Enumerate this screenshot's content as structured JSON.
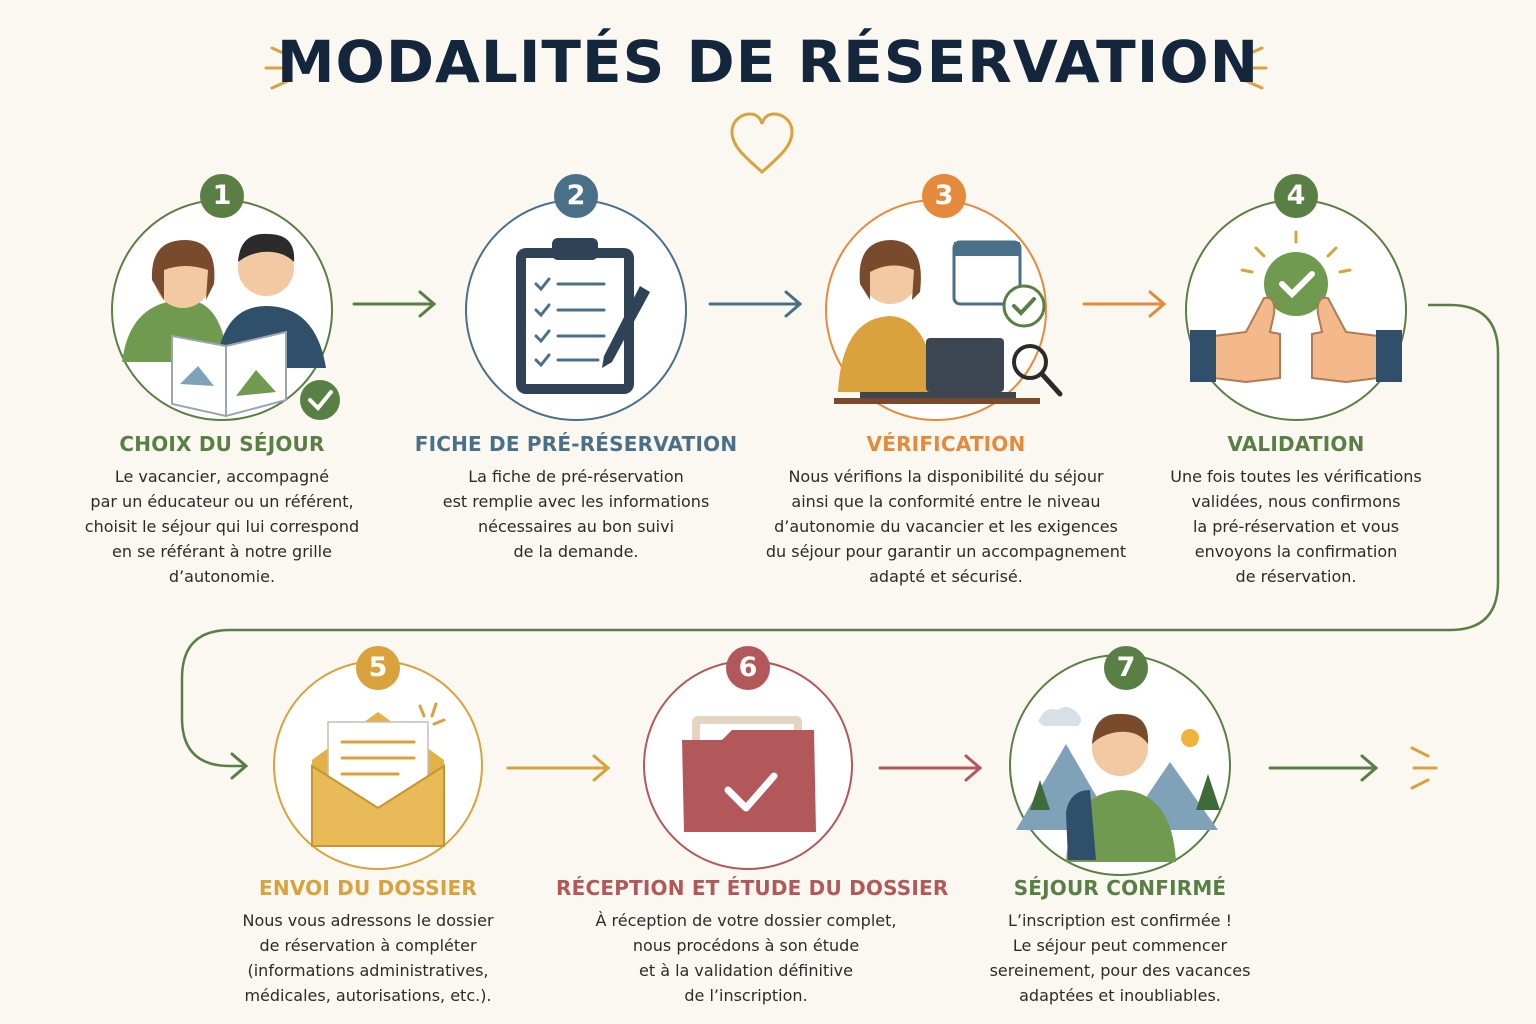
{
  "title": "MODALITÉS DE RÉSERVATION",
  "colors": {
    "green": "#5a7f45",
    "blue": "#4a7088",
    "orange": "#e58a3c",
    "gold": "#d9a23c",
    "red": "#b3585a",
    "navy": "#13263b"
  },
  "steps": [
    {
      "number": "1",
      "title": "CHOIX DU SÉJOUR",
      "desc": "Le vacancier, accompagné\npar un éducateur ou un référent,\nchoisit le séjour qui lui correspond\nen se référant à notre grille\nd’autonomie."
    },
    {
      "number": "2",
      "title": "FICHE DE PRÉ-RÉSERVATION",
      "desc": "La fiche de pré-réservation\nest remplie avec les informations\nnécessaires au bon suivi\nde la demande."
    },
    {
      "number": "3",
      "title": "VÉRIFICATION",
      "desc": "Nous vérifions la disponibilité du séjour\nainsi que la conformité entre le niveau\nd’autonomie du vacancier et les exigences\ndu séjour pour garantir un accompagnement\nadapté et sécurisé."
    },
    {
      "number": "4",
      "title": "VALIDATION",
      "desc": "Une fois toutes les vérifications\nvalidées, nous confirmons\nla pré-réservation et vous\nenvoyons la confirmation\nde réservation."
    },
    {
      "number": "5",
      "title": "ENVOI DU DOSSIER",
      "desc": "Nous vous adressons le dossier\nde réservation à compléter\n(informations administratives,\nmédicales, autorisations, etc.)."
    },
    {
      "number": "6",
      "title": "RÉCEPTION ET ÉTUDE DU DOSSIER",
      "desc": "À réception de votre dossier complet,\nnous procédons à son étude\net à la validation définitive\nde l’inscription."
    },
    {
      "number": "7",
      "title": "SÉJOUR CONFIRMÉ",
      "desc": "L’inscription est confirmée !\nLe séjour peut commencer\nsereinement, pour des vacances\nadaptées et inoubliables."
    }
  ]
}
